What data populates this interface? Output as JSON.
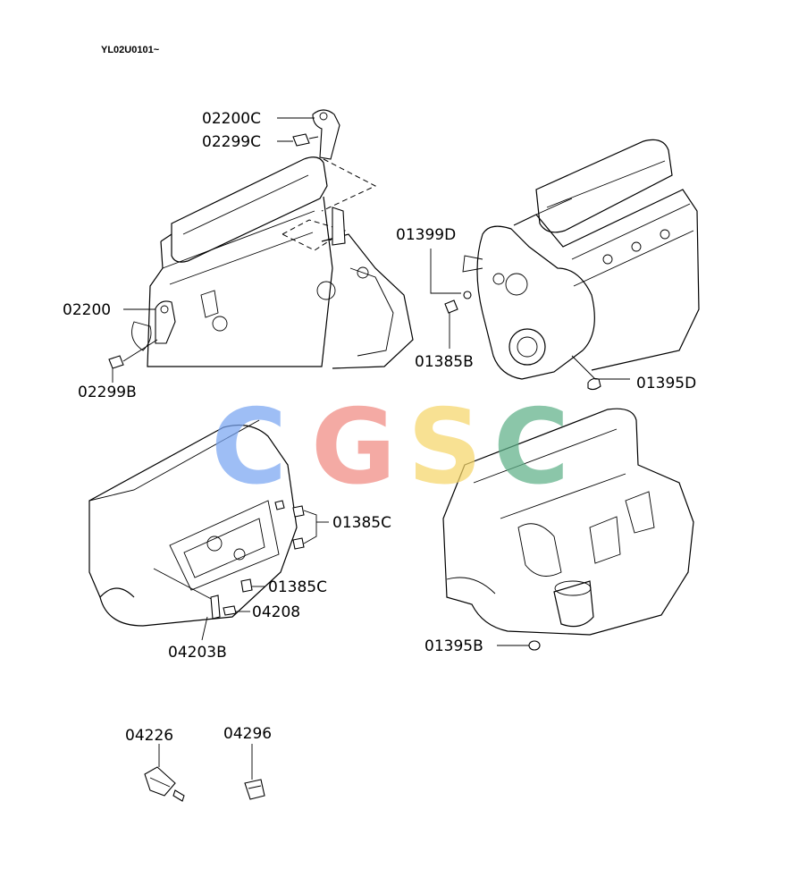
{
  "header": {
    "serial_range": "YL02U0101~"
  },
  "watermark": {
    "letters": [
      {
        "char": "C",
        "color": "#7aa6f2"
      },
      {
        "char": "G",
        "color": "#f08a82"
      },
      {
        "char": "S",
        "color": "#f6d66a"
      },
      {
        "char": "C",
        "color": "#5fb189"
      }
    ]
  },
  "callouts": [
    {
      "id": "c1",
      "text": "02200C"
    },
    {
      "id": "c2",
      "text": "02299C"
    },
    {
      "id": "c3",
      "text": "02200"
    },
    {
      "id": "c4",
      "text": "02299B"
    },
    {
      "id": "c5",
      "text": "01399D"
    },
    {
      "id": "c6",
      "text": "01385B"
    },
    {
      "id": "c7",
      "text": "01395D"
    },
    {
      "id": "c8",
      "text": "01385C"
    },
    {
      "id": "c9",
      "text": "01385C"
    },
    {
      "id": "c10",
      "text": "04208"
    },
    {
      "id": "c11",
      "text": "04203B"
    },
    {
      "id": "c12",
      "text": "01395B"
    },
    {
      "id": "c13",
      "text": "04226"
    },
    {
      "id": "c14",
      "text": "04296"
    }
  ]
}
